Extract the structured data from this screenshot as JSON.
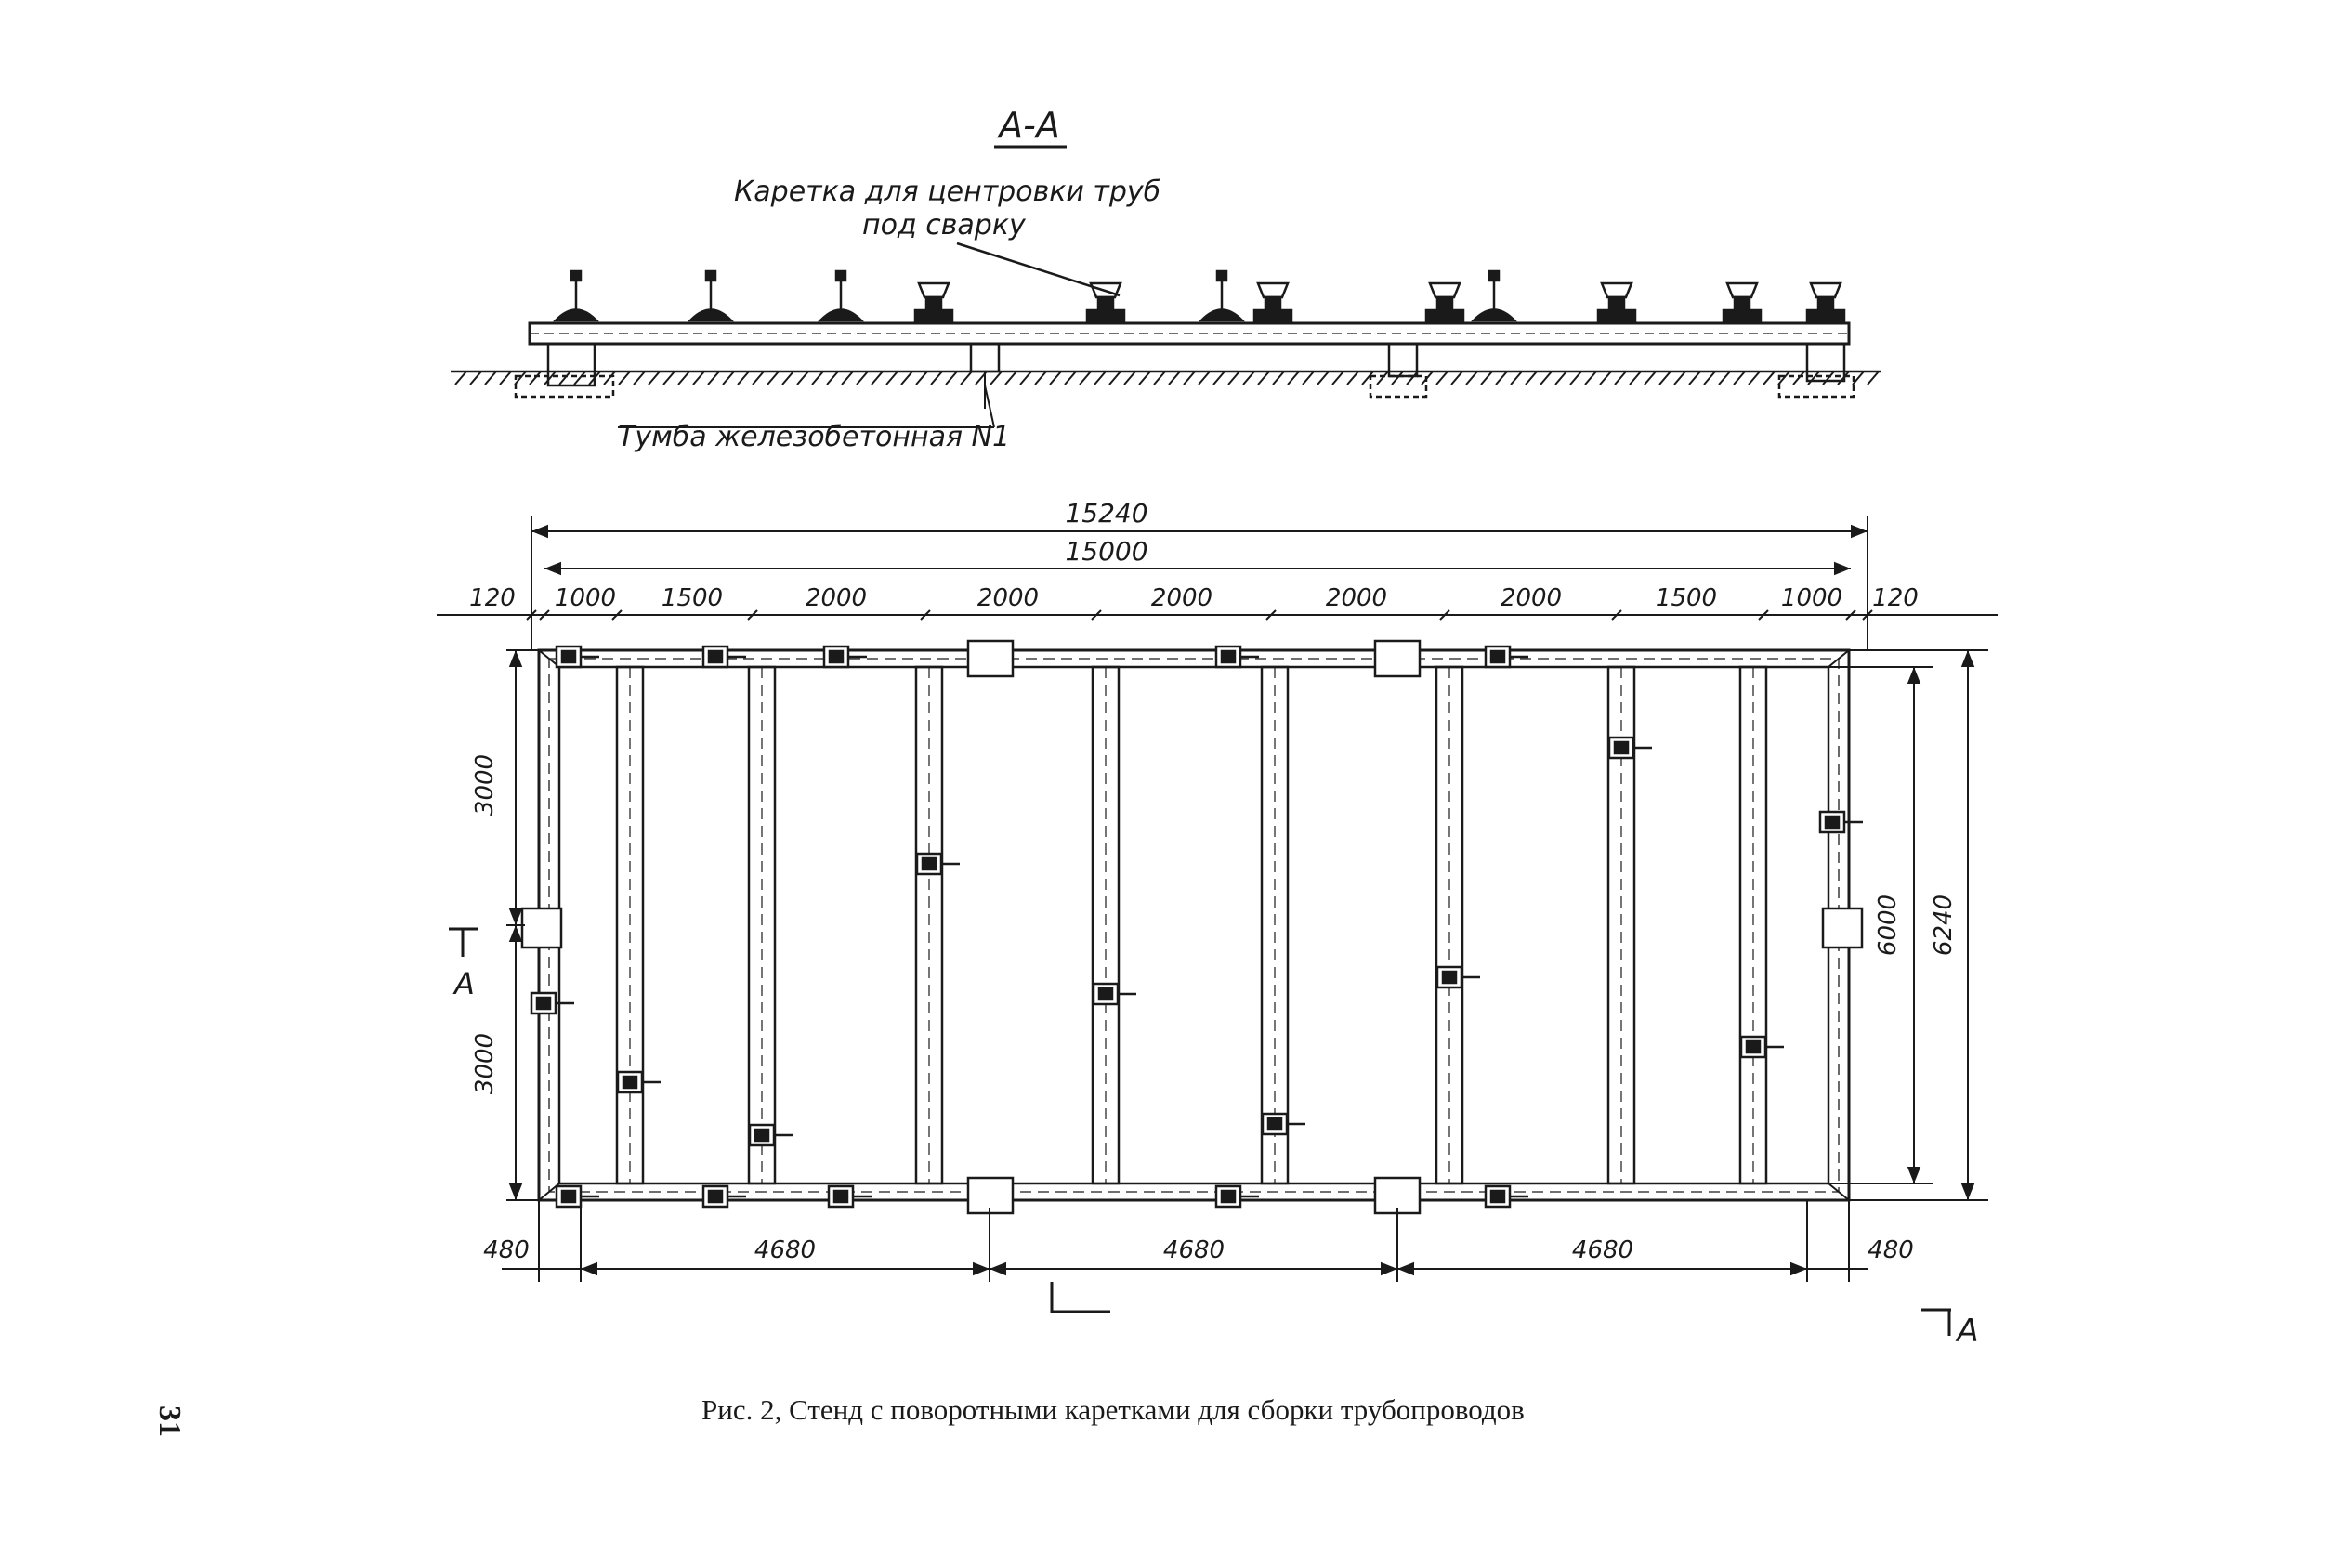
{
  "section": {
    "title": "А-А",
    "carriage_note_line1": "Каретка для центровки труб",
    "carriage_note_line2": "под сварку",
    "pedestal_note": "Тумба железобетонная N1"
  },
  "plan": {
    "overall_width": "15240",
    "inner_width": "15000",
    "edge_left": "120",
    "edge_right": "120",
    "spans": [
      "1000",
      "1500",
      "2000",
      "2000",
      "2000",
      "2000",
      "2000",
      "1500",
      "1000"
    ],
    "height_upper": "3000",
    "height_lower": "3000",
    "inner_height": "6000",
    "overall_height": "6240",
    "bottom_left_offset": "480",
    "bottom_right_offset": "480",
    "bottom_spans": [
      "4680",
      "4680",
      "4680"
    ],
    "cut_label_left": "А",
    "cut_label_right": "А"
  },
  "caption": "Рис. 2, Стенд с поворотными каретками для сборки трубопроводов",
  "page_number": "31"
}
